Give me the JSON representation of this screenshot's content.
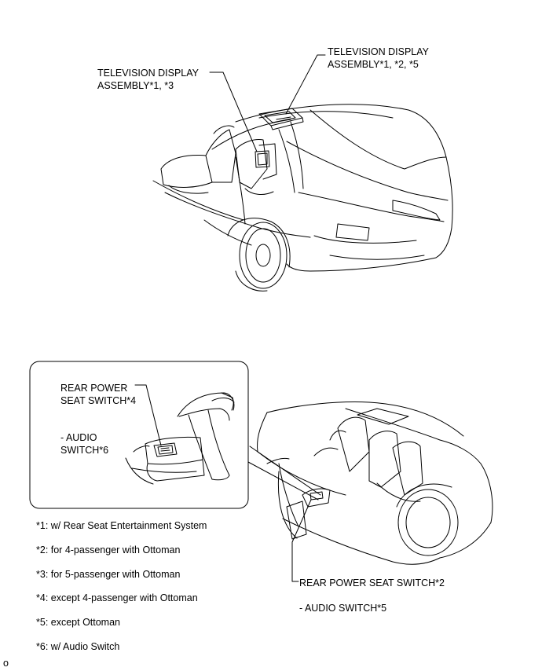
{
  "top_diagram": {
    "label_left_line1": "TELEVISION DISPLAY",
    "label_left_line2": "ASSEMBLY*1, *3",
    "label_right_line1": "TELEVISION DISPLAY",
    "label_right_line2": "ASSEMBLY*1, *2, *5"
  },
  "inset": {
    "switch_line1": "REAR POWER",
    "switch_line2": "SEAT SWITCH*4",
    "audio_line1": "- AUDIO",
    "audio_line2": "SWITCH*6"
  },
  "bottom_diagram": {
    "switch_label": "REAR POWER SEAT SWITCH*2",
    "audio_label": "- AUDIO SWITCH*5"
  },
  "notes": [
    "*1: w/ Rear Seat Entertainment System",
    "*2: for 4-passenger with Ottoman",
    "*3: for 5-passenger with Ottoman",
    "*4: except 4-passenger with Ottoman",
    "*5: except Ottoman",
    "*6: w/ Audio Switch"
  ],
  "page_marker": "o"
}
